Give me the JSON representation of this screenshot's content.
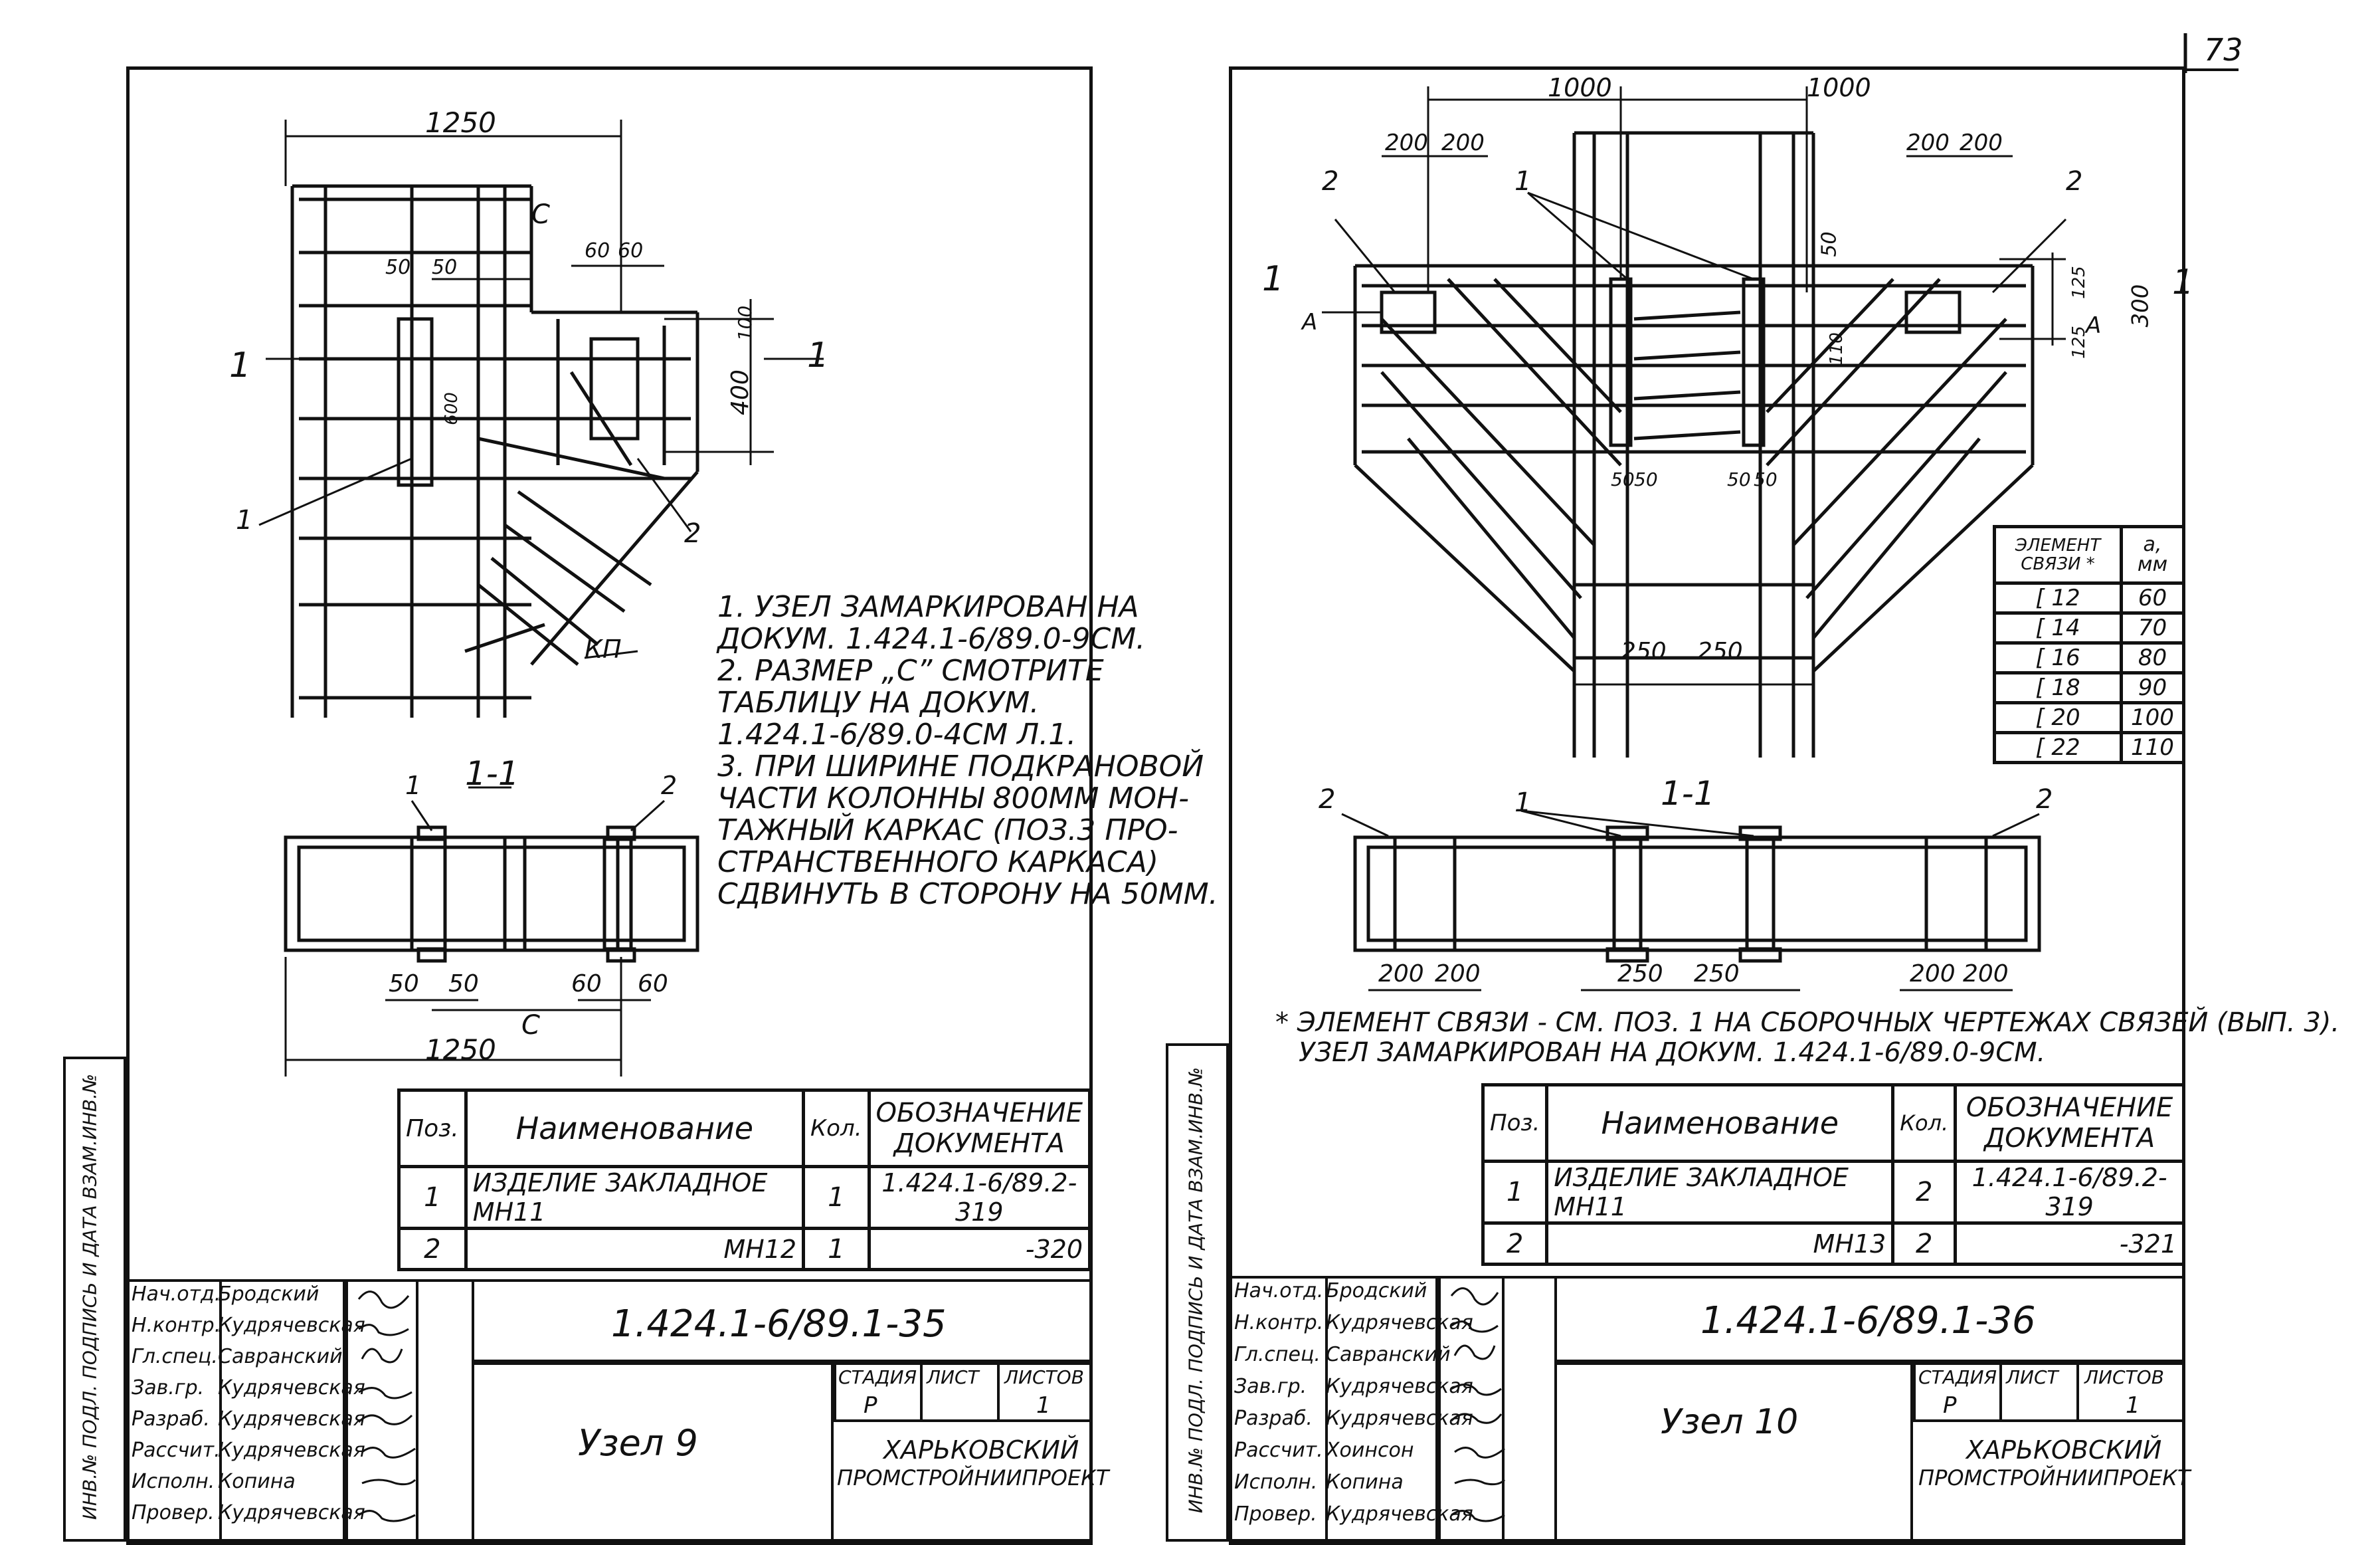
{
  "page_number": "73",
  "left_sheet": {
    "dims": {
      "top": "1250",
      "bottom": "1250",
      "c_top": "C",
      "c_bottom": "C",
      "d50a": "50",
      "d50b": "50",
      "d60a": "60",
      "d60b": "60",
      "d100": "100",
      "d400": "400",
      "d600": "600",
      "b50a": "50",
      "b50b": "50",
      "b60a": "60",
      "b60b": "60"
    },
    "callouts": {
      "pos1": "1",
      "pos2": "2",
      "kp": "КП",
      "section_mark": "1",
      "section_mark_r": "1",
      "sec_p1": "1",
      "sec_p2": "2"
    },
    "section_title": "1-1",
    "notes": [
      "1. Узел замаркирован на",
      "   докум. 1.424.1-6/89.0-9СМ.",
      "2. Размер „С” смотрите",
      "   таблицу на докум.",
      "   1.424.1-6/89.0-4СМ л.1.",
      "3. При ширине подкрановой",
      "   части колонны 800мм мон-",
      "   тажный каркас (поз.3 про-",
      "   странственного каркаса)",
      "   сдвинуть в сторону на 50мм."
    ],
    "spec": {
      "headers": [
        "Поз.",
        "Наименование",
        "Кол.",
        "Обозначение документа"
      ],
      "rows": [
        [
          "1",
          "Изделие закладное МН11",
          "1",
          "1.424.1-6/89.2-319"
        ],
        [
          "2",
          "МН12",
          "1",
          "-320"
        ]
      ]
    },
    "stamp": {
      "side_text": "Инв.№ подл. Подпись и дата Взам.инв.№",
      "roles": [
        "Нач.отд.",
        "Н.контр.",
        "Гл.спец.",
        "Зав.гр.",
        "Разраб.",
        "Рассчит.",
        "Исполн.",
        "Провер."
      ],
      "names": [
        "Бродский",
        "Кудрячевская",
        "Савранский",
        "Кудрячевская",
        "Кудрячевская",
        "Кудрячевская",
        "Копина",
        "Кудрячевская"
      ],
      "doc_number": "1.424.1-6/89.1-35",
      "title": "Узел 9",
      "stage_label": "Стадия",
      "sheet_label": "Лист",
      "sheets_label": "Листов",
      "stage": "Р",
      "sheet": "",
      "sheets": "1",
      "org_line1": "Харьковский",
      "org_line2": "Промстройниипроект"
    }
  },
  "right_sheet": {
    "dims": {
      "t1000a": "1000",
      "t1000b": "1000",
      "t200a": "200",
      "t200b": "200",
      "t200c": "200",
      "t200d": "200",
      "d50": "50",
      "d125a": "125",
      "d125b": "125",
      "d300": "300",
      "d110": "110",
      "m50a": "50",
      "m50b": "50",
      "m50c": "50",
      "m50d": "50",
      "m250a": "250",
      "m250b": "250",
      "b200a": "200",
      "b200b": "200",
      "b250a": "250",
      "b250b": "250",
      "b200c": "200",
      "b200d": "200",
      "alpha_l": "a",
      "alpha_r": "a"
    },
    "callouts": {
      "pos1": "1",
      "pos2l": "2",
      "pos2r": "2",
      "sec_l": "1",
      "sec_r": "1",
      "s_p1": "1",
      "s_p2l": "2",
      "s_p2r": "2"
    },
    "section_title": "1-1",
    "link_table": {
      "headers": [
        "Элемент связи *",
        "a, мм"
      ],
      "rows": [
        [
          "[ 12",
          "60"
        ],
        [
          "[ 14",
          "70"
        ],
        [
          "[ 16",
          "80"
        ],
        [
          "[ 18",
          "90"
        ],
        [
          "[ 20",
          "100"
        ],
        [
          "[ 22",
          "110"
        ]
      ]
    },
    "footnote_1": "* Элемент связи - см. поз. 1 на сборочных чертежах связей (вып. 3).",
    "footnote_2": "Узел замаркирован на докум. 1.424.1-6/89.0-9СМ.",
    "spec": {
      "headers": [
        "Поз.",
        "Наименование",
        "Кол.",
        "Обозначение документа"
      ],
      "rows": [
        [
          "1",
          "Изделие закладное МН11",
          "2",
          "1.424.1-6/89.2-319"
        ],
        [
          "2",
          "МН13",
          "2",
          "-321"
        ]
      ]
    },
    "stamp": {
      "side_text": "Инв.№ подл. Подпись и дата Взам.инв.№",
      "roles": [
        "Нач.отд.",
        "Н.контр.",
        "Гл.спец.",
        "Зав.гр.",
        "Разраб.",
        "Рассчит.",
        "Исполн.",
        "Провер."
      ],
      "names": [
        "Бродский",
        "Кудрячевская",
        "Савранский",
        "Кудрячевская",
        "Кудрячевская",
        "Хоинсон",
        "Копина",
        "Кудрячевская"
      ],
      "doc_number": "1.424.1-6/89.1-36",
      "title": "Узел 10",
      "stage_label": "Стадия",
      "sheet_label": "Лист",
      "sheets_label": "Листов",
      "stage": "Р",
      "sheet": "",
      "sheets": "1",
      "org_line1": "Харьковский",
      "org_line2": "Промстройниипроект"
    }
  }
}
